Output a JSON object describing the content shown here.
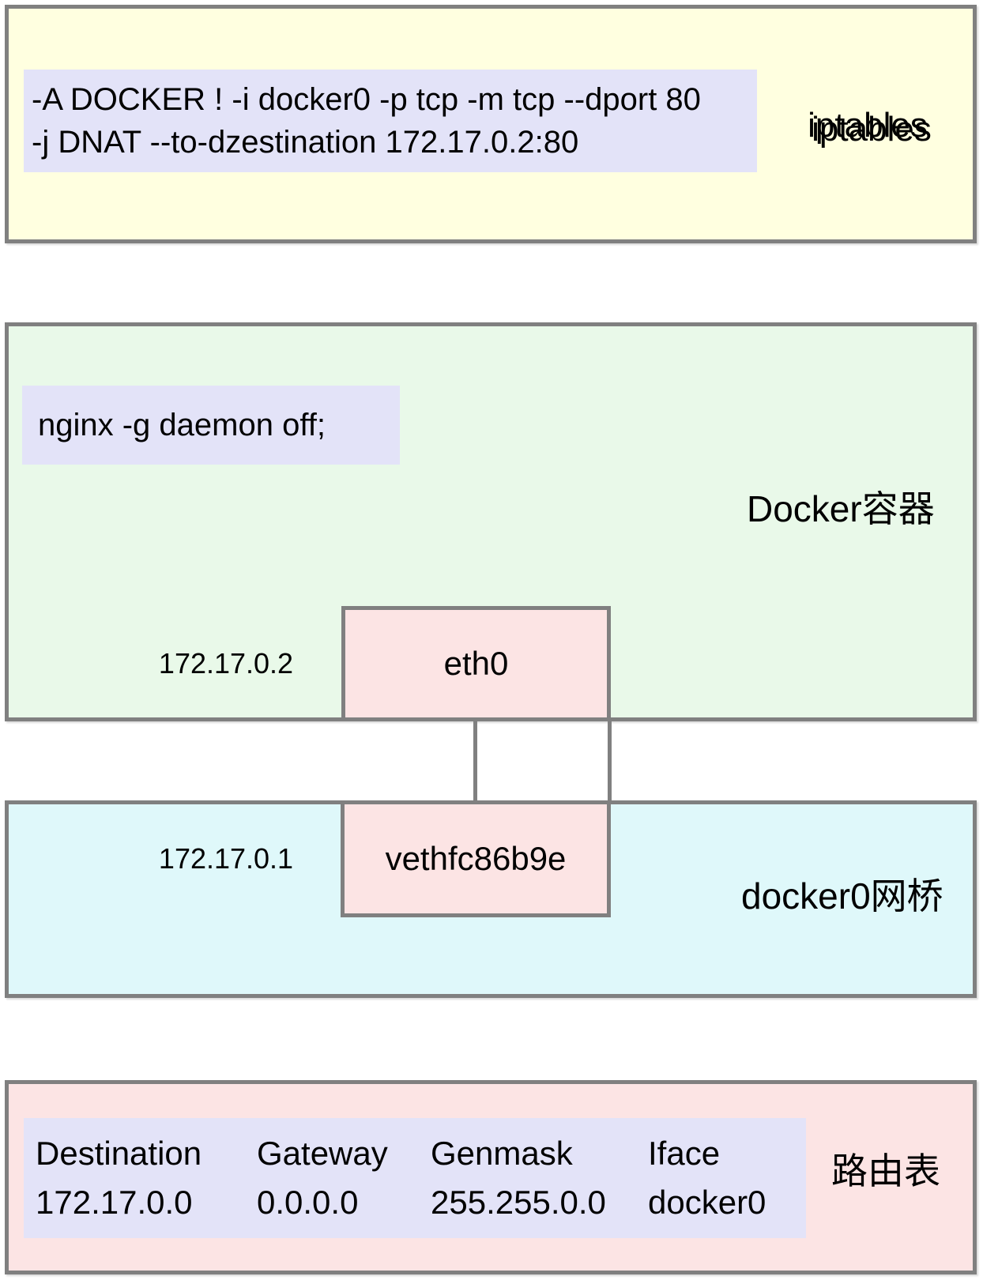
{
  "iptables": {
    "rule_line1": "-A DOCKER ! -i docker0 -p tcp -m tcp --dport 80",
    "rule_line2": "-j DNAT --to-dzestination 172.17.0.2:80",
    "label": "iptables"
  },
  "container": {
    "command": "nginx -g daemon off;",
    "label": "Docker容器",
    "interface": {
      "name": "eth0",
      "ip": "172.17.0.2"
    }
  },
  "bridge": {
    "label": "docker0网桥",
    "interface": {
      "name": "vethfc86b9e",
      "ip": "172.17.0.1"
    }
  },
  "route_table": {
    "label": "路由表",
    "headers": [
      "Destination",
      "Gateway",
      "Genmask",
      "Iface"
    ],
    "row": [
      "172.17.0.0",
      "0.0.0.0",
      "255.255.0.0",
      "docker0"
    ]
  },
  "colors": {
    "border_gray": "#808080",
    "iptables_zone_bg": "#FFFFE0",
    "container_zone_bg": "#E9F9E9",
    "bridge_zone_bg": "#DFF8FA",
    "route_zone_bg": "#FCE4E4",
    "code_box_bg": "#E3E3F8",
    "interface_box_bg": "#FCE4E4"
  }
}
